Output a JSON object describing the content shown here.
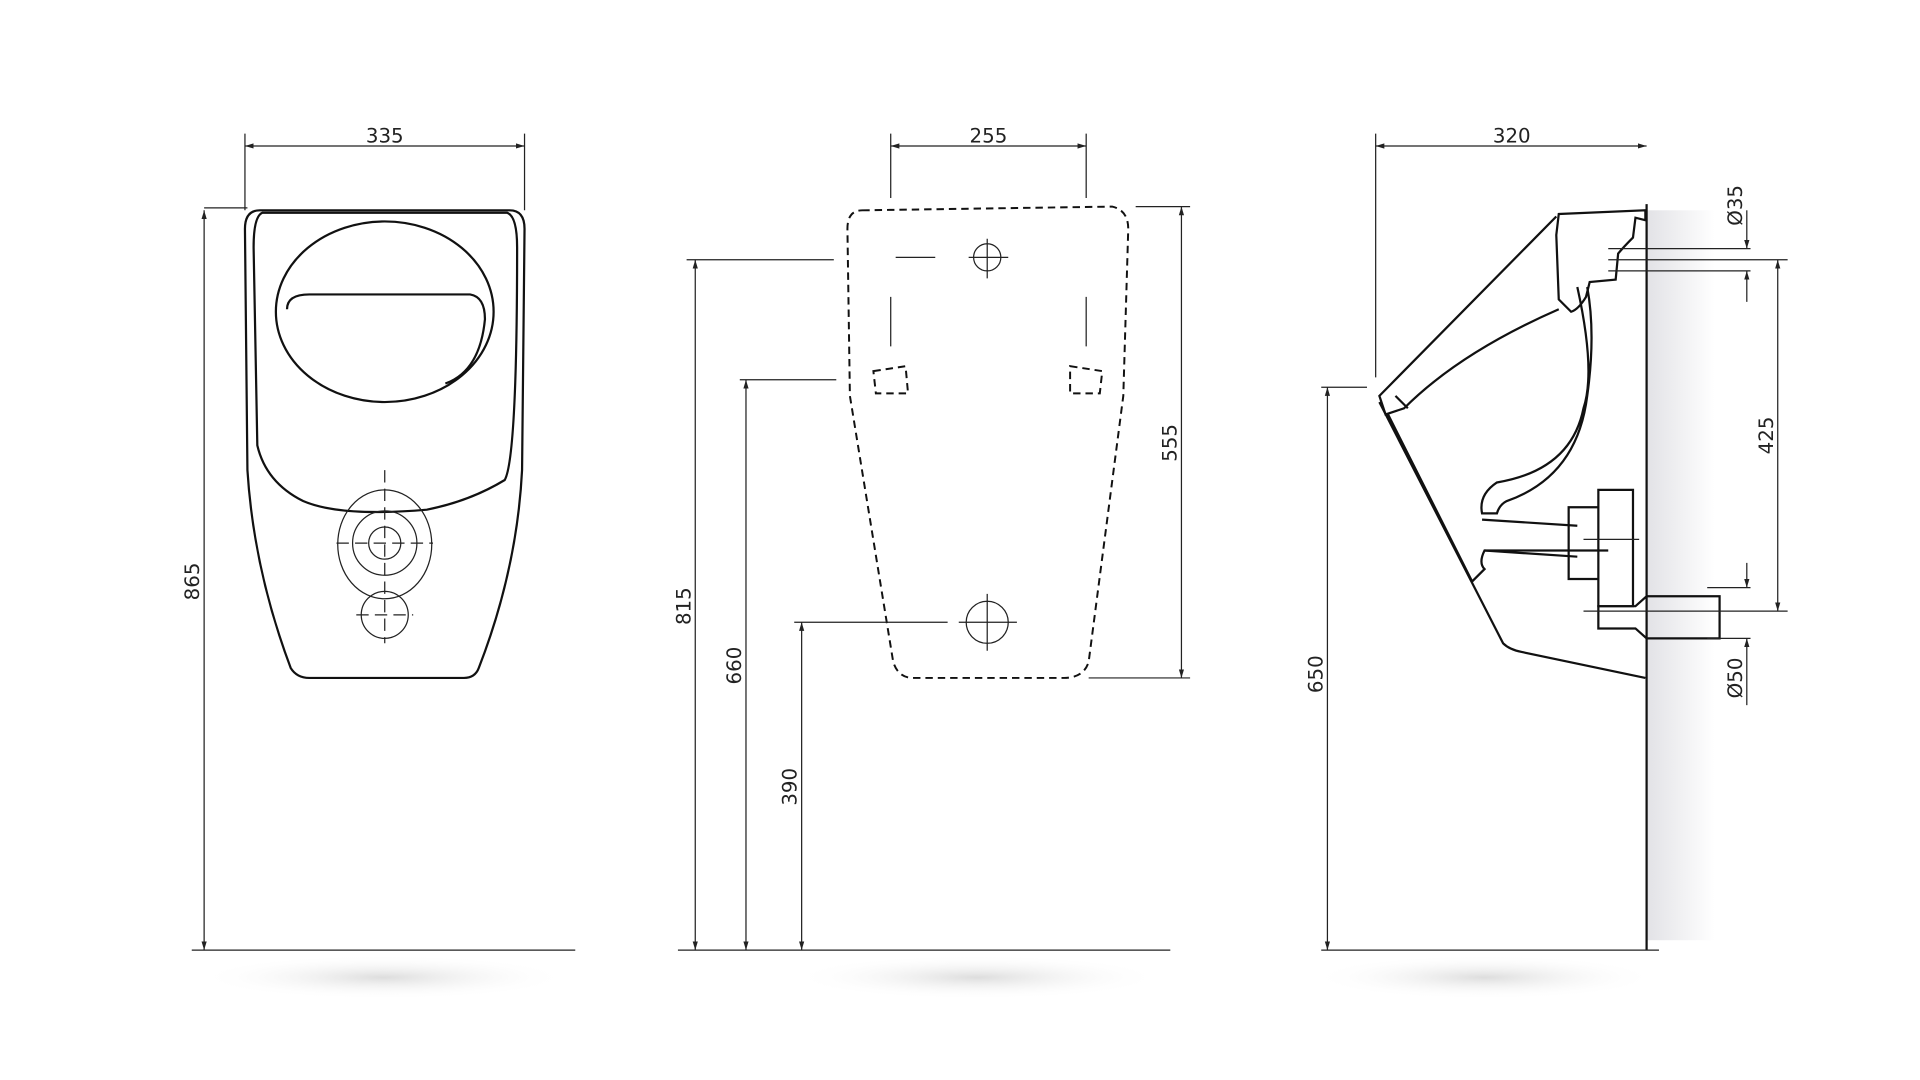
{
  "title": "Urinal dimension drawing",
  "front_view": {
    "width": "335",
    "height": "865"
  },
  "rear_view": {
    "width": "255",
    "height_mount": "555",
    "height_top_fix": "815",
    "height_side_fix": "660",
    "height_bottom": "390"
  },
  "side_view": {
    "depth": "320",
    "height_rim": "650",
    "inlet_diameter": "Ø35",
    "outlet_diameter": "Ø50",
    "inlet_outlet_distance": "425"
  }
}
